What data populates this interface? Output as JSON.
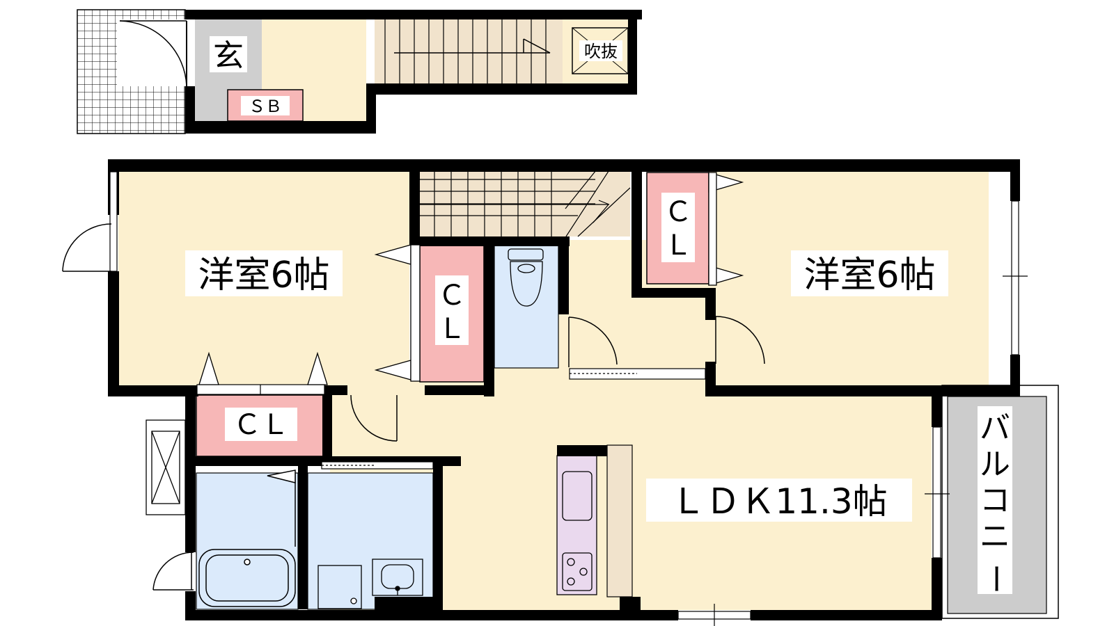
{
  "labels": {
    "genkan": "玄",
    "shoe_box": "ＳＢ",
    "fukinuke": "吹抜",
    "western_room_left": "洋室6帖",
    "western_room_right": "洋室6帖",
    "closet_upper": "ＣＬ",
    "closet_middle_top": "Ｃ",
    "closet_middle_bottom": "Ｌ",
    "closet_right_top": "Ｃ",
    "closet_right_bottom": "Ｌ",
    "ldk": "ＬＤＫ11.3帖",
    "balcony": [
      "バ",
      "ル",
      "コ",
      "ニ",
      "ー"
    ]
  },
  "colors": {
    "room": "#fcf0cf",
    "closet": "#f7b7b7",
    "water": "#dbeafb",
    "kitchen": "#ead9ee",
    "balcony": "#cccccc",
    "genkan": "#cfcfcf",
    "stairs": "#f1e3cc",
    "wall": "#000000"
  }
}
